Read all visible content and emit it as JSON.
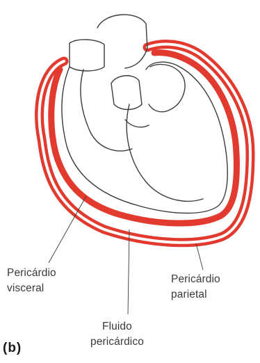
{
  "figure": {
    "panel_letter": "(b)",
    "labels": {
      "visceral": {
        "line1": "Pericárdio",
        "line2": "visceral"
      },
      "parietal": {
        "line1": "Pericárdio",
        "line2": "parietal"
      },
      "fluid": {
        "line1": "Fluido",
        "line2": "pericárdico"
      }
    }
  },
  "colors": {
    "pericardium_red": "#e23a2e",
    "outline": "#3a3a3a"
  }
}
